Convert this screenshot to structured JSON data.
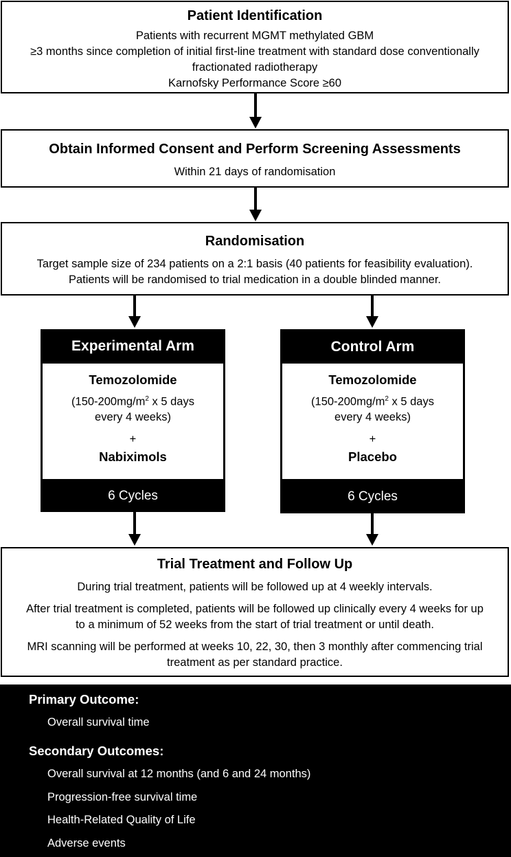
{
  "patient_identification": {
    "title": "Patient Identification",
    "lines": [
      "Patients with recurrent MGMT methylated GBM",
      "≥3 months since completion of initial first-line treatment with standard dose conventionally",
      "fractionated radiotherapy",
      "Karnofsky Performance Score ≥60"
    ]
  },
  "consent": {
    "title": "Obtain Informed Consent and Perform Screening Assessments",
    "line": "Within 21 days of randomisation"
  },
  "randomisation": {
    "title": "Randomisation",
    "lines": [
      "Target sample size of 234 patients on a 2:1 basis (40 patients for feasibility evaluation).",
      "Patients will be randomised to trial medication in a double blinded manner."
    ]
  },
  "experimental_arm": {
    "header": "Experimental Arm",
    "drug": "Temozolomide",
    "dose_prefix": "(150-200mg/m",
    "dose_sup": "2",
    "dose_suffix": " x 5 days",
    "dose_line2": "every 4 weeks)",
    "plus": "+",
    "second_drug": "Nabiximols",
    "cycles": "6 Cycles"
  },
  "control_arm": {
    "header": "Control Arm",
    "drug": "Temozolomide",
    "dose_prefix": "(150-200mg/m",
    "dose_sup": "2",
    "dose_suffix": " x 5 days",
    "dose_line2": "every 4 weeks)",
    "plus": "+",
    "second_drug": "Placebo",
    "cycles": "6 Cycles"
  },
  "trial_treatment": {
    "title": "Trial Treatment and Follow Up",
    "para1": "During trial treatment, patients will be followed up at 4 weekly intervals.",
    "para2_l1": "After trial treatment is completed, patients will be followed up clinically every 4 weeks for up",
    "para2_l2": "to a minimum of 52 weeks from the start of trial treatment or until death.",
    "para3_l1": "MRI scanning will be performed at weeks 10, 22, 30, then 3 monthly after commencing trial",
    "para3_l2": "treatment as per standard practice."
  },
  "outcomes": {
    "primary_title": "Primary Outcome:",
    "primary_items": [
      "Overall survival time"
    ],
    "secondary_title": "Secondary Outcomes:",
    "secondary_items": [
      "Overall survival at 12 months (and 6 and 24 months)",
      "Progression-free survival time",
      "Health-Related Quality of Life",
      "Adverse events"
    ]
  }
}
